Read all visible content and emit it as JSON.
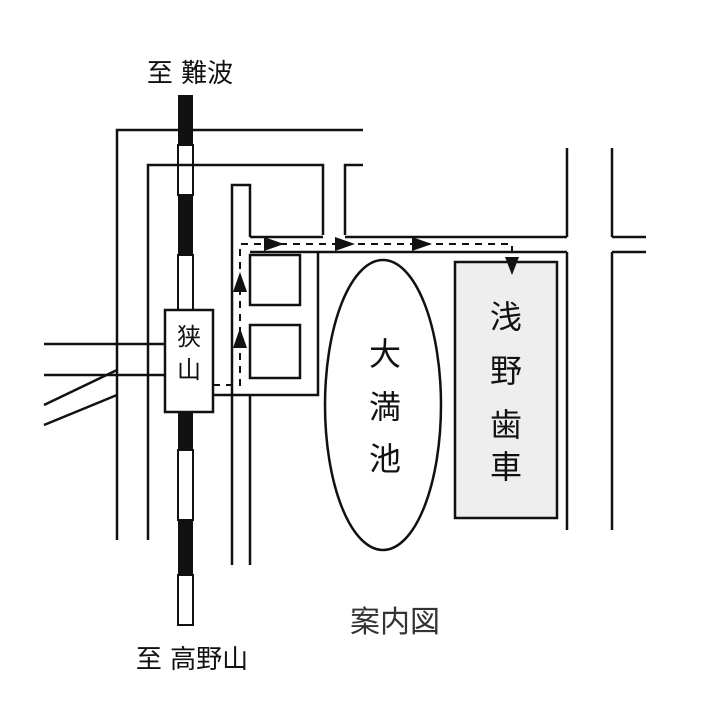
{
  "labels": {
    "to_north": "至 難波",
    "to_south": "至 高野山",
    "station": "狭山",
    "pond": "大満池",
    "destination": "浅野歯車",
    "caption": "案内図"
  },
  "colors": {
    "line": "#111111",
    "destination_fill": "#eeeeee",
    "background": "#ffffff"
  },
  "icons": [
    "railway-track",
    "route-arrow",
    "pond-shape",
    "station-box"
  ]
}
